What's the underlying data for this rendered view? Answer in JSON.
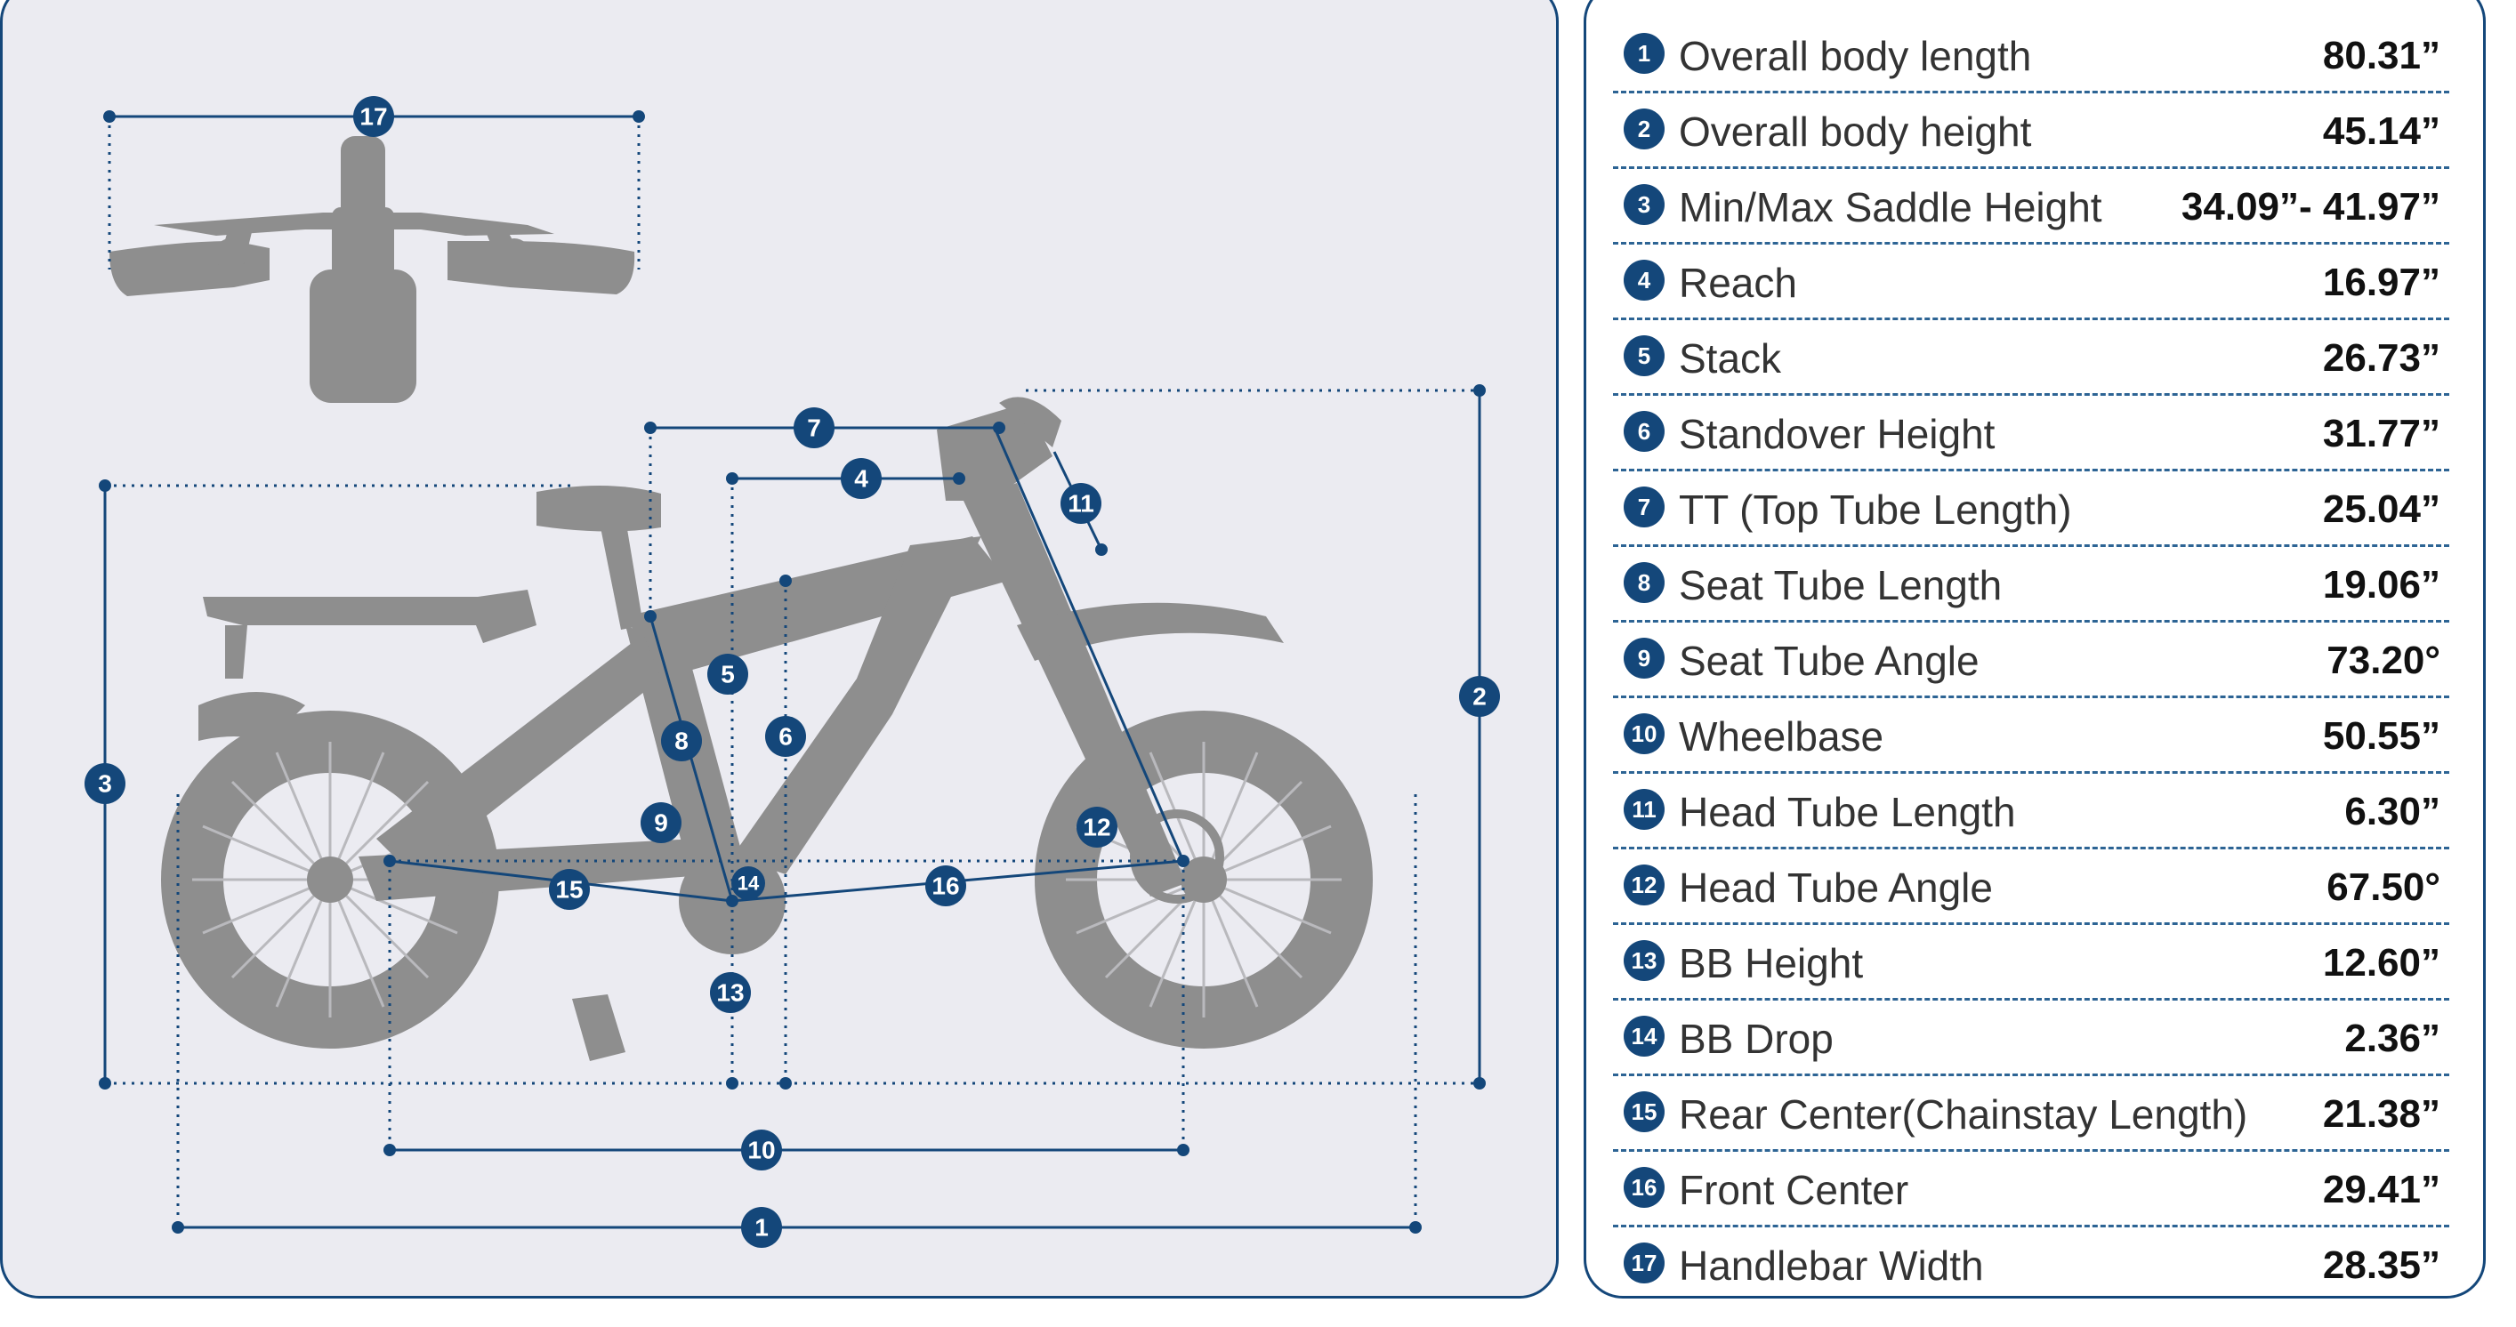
{
  "specs": [
    {
      "num": "1",
      "label": "Overall body length",
      "value": "80.31”"
    },
    {
      "num": "2",
      "label": "Overall body height",
      "value": "45.14”"
    },
    {
      "num": "3",
      "label": "Min/Max Saddle Height",
      "value": "34.09”- 41.97”"
    },
    {
      "num": "4",
      "label": "Reach",
      "value": "16.97”"
    },
    {
      "num": "5",
      "label": "Stack",
      "value": "26.73”"
    },
    {
      "num": "6",
      "label": "Standover Height",
      "value": "31.77”"
    },
    {
      "num": "7",
      "label": "TT (Top Tube Length)",
      "value": "25.04”"
    },
    {
      "num": "8",
      "label": "Seat Tube Length",
      "value": "19.06”"
    },
    {
      "num": "9",
      "label": "Seat Tube Angle",
      "value": "73.20°"
    },
    {
      "num": "10",
      "label": "Wheelbase",
      "value": "50.55”"
    },
    {
      "num": "11",
      "label": "Head Tube Length",
      "value": "6.30”"
    },
    {
      "num": "12",
      "label": "Head Tube Angle",
      "value": "67.50°"
    },
    {
      "num": "13",
      "label": "BB Height",
      "value": "12.60”"
    },
    {
      "num": "14",
      "label": "BB Drop",
      "value": "2.36”"
    },
    {
      "num": "15",
      "label": "Rear Center(Chainstay Length)",
      "value": "21.38”"
    },
    {
      "num": "16",
      "label": "Front Center",
      "value": "29.41”"
    },
    {
      "num": "17",
      "label": "Handlebar Width",
      "value": "28.35”"
    }
  ],
  "colors": {
    "accent": "#14477a",
    "silhouette": "#8e8e8e",
    "panel_bg": "#ebebf1"
  }
}
